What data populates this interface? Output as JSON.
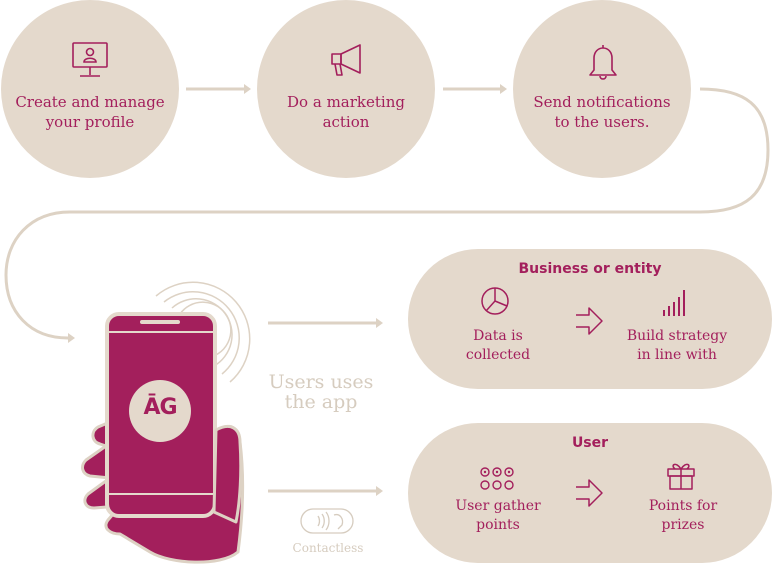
{
  "steps": [
    {
      "label_line1": "Create and manage",
      "label_line2": "your profile",
      "icon": "monitor-user-icon"
    },
    {
      "label_line1": "Do a marketing",
      "label_line2": "action",
      "icon": "megaphone-icon"
    },
    {
      "label_line1": "Send notifications",
      "label_line2": "to the users.",
      "icon": "bell-icon"
    }
  ],
  "phone": {
    "logo": "ĀG",
    "caption_line1": "Users uses",
    "caption_line2": "the app"
  },
  "contactless": {
    "label": "Contactless",
    "icon": "contactless-card-icon"
  },
  "business": {
    "title": "Business or entity",
    "left_line1": "Data is",
    "left_line2": "collected",
    "left_icon": "pie-chart-icon",
    "right_line1": "Build strategy",
    "right_line2": "in line with",
    "right_icon": "bar-chart-icon"
  },
  "user": {
    "title": "User",
    "left_line1": "User gather",
    "left_line2": "points",
    "left_icon": "points-dots-icon",
    "right_line1": "Points for",
    "right_line2": "prizes",
    "right_icon": "gift-icon"
  },
  "colors": {
    "accent": "#a31f5c",
    "beige": "#e4d9cc",
    "line": "#ddd2c4"
  }
}
